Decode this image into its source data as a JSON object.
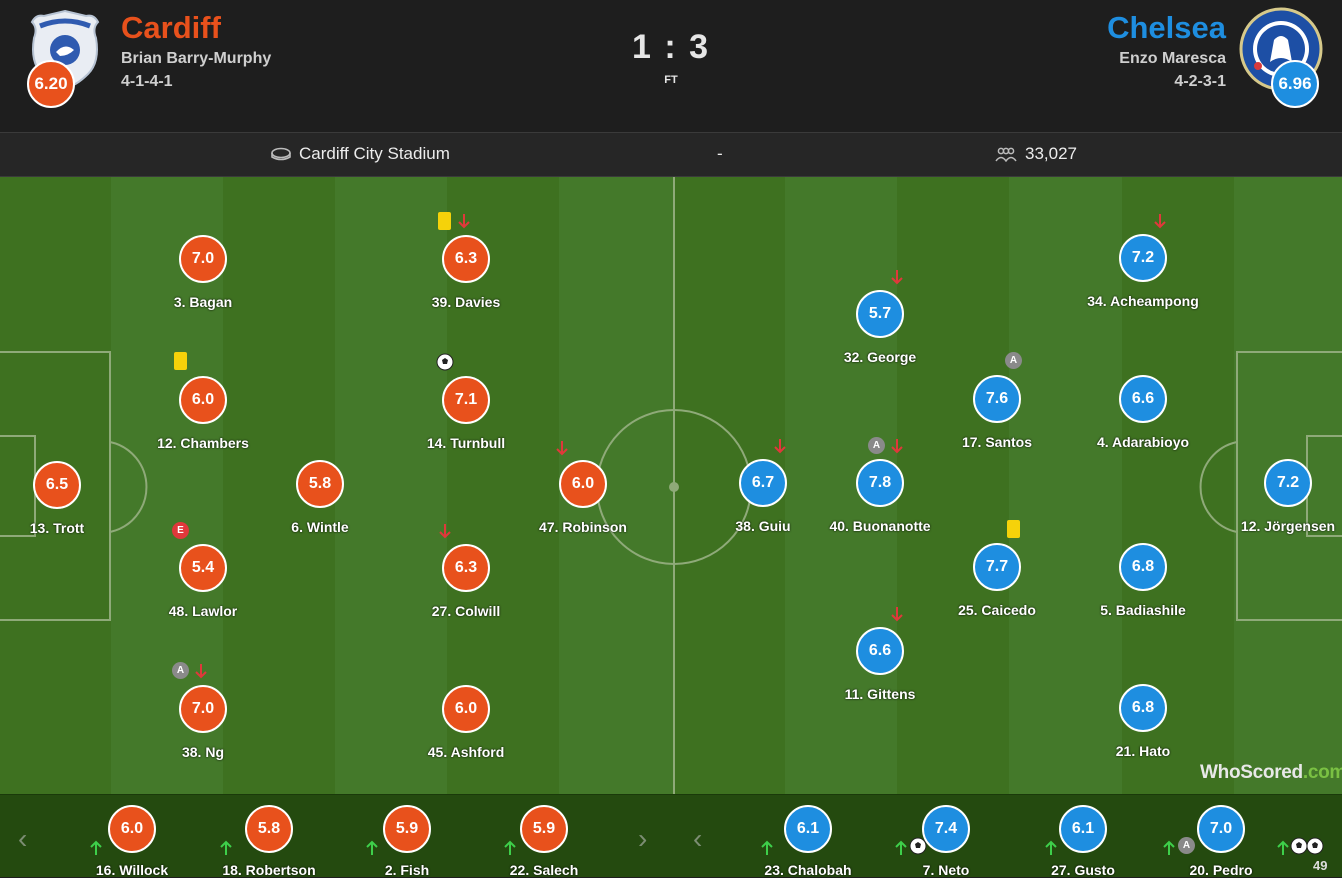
{
  "home": {
    "name": "Cardiff",
    "manager": "Brian Barry-Murphy",
    "formation": "4-1-4-1",
    "rating": "6.20",
    "color": "#e8511c"
  },
  "away": {
    "name": "Chelsea",
    "manager": "Enzo Maresca",
    "formation": "4-2-3-1",
    "rating": "6.96",
    "color": "#1e8ee0"
  },
  "score": "1 : 3",
  "status": "FT",
  "venue": "Cardiff City Stadium",
  "separator": "-",
  "attendance": "33,027",
  "home_players": [
    {
      "name": "13. Trott",
      "rating": "6.5"
    },
    {
      "name": "3. Bagan",
      "rating": "7.0"
    },
    {
      "name": "12. Chambers",
      "rating": "6.0"
    },
    {
      "name": "48. Lawlor",
      "rating": "5.4",
      "badges": [
        "E"
      ]
    },
    {
      "name": "38. Ng",
      "rating": "7.0",
      "badges": [
        "A",
        "sub-off"
      ]
    },
    {
      "name": "6. Wintle",
      "rating": "5.8"
    },
    {
      "name": "39. Davies",
      "rating": "6.3",
      "badges": [
        "yellow-card",
        "sub-off"
      ]
    },
    {
      "name": "14. Turnbull",
      "rating": "7.1",
      "badges": [
        "goal"
      ]
    },
    {
      "name": "27. Colwill",
      "rating": "6.3",
      "badges": [
        "sub-off"
      ]
    },
    {
      "name": "45. Ashford",
      "rating": "6.0"
    },
    {
      "name": "47. Robinson",
      "rating": "6.0",
      "badges": [
        "sub-off"
      ]
    }
  ],
  "away_players": [
    {
      "name": "38. Guiu",
      "rating": "6.7",
      "badges": [
        "sub-off"
      ]
    },
    {
      "name": "32. George",
      "rating": "5.7",
      "badges": [
        "sub-off"
      ]
    },
    {
      "name": "40. Buonanotte",
      "rating": "7.8",
      "badges": [
        "A",
        "sub-off"
      ]
    },
    {
      "name": "11. Gittens",
      "rating": "6.6",
      "badges": [
        "sub-off"
      ]
    },
    {
      "name": "17. Santos",
      "rating": "7.6",
      "badges": [
        "A"
      ]
    },
    {
      "name": "25. Caicedo",
      "rating": "7.7",
      "badges": [
        "yellow-card"
      ]
    },
    {
      "name": "34. Acheampong",
      "rating": "7.2",
      "badges": [
        "sub-off"
      ]
    },
    {
      "name": "4. Adarabioyo",
      "rating": "6.6"
    },
    {
      "name": "5. Badiashile",
      "rating": "6.8"
    },
    {
      "name": "21. Hato",
      "rating": "6.8"
    },
    {
      "name": "12. Jörgensen",
      "rating": "7.2"
    }
  ],
  "home_bench": [
    {
      "name": "16. Willock",
      "rating": "6.0"
    },
    {
      "name": "18. Robertson",
      "rating": "5.8"
    },
    {
      "name": "2. Fish",
      "rating": "5.9"
    },
    {
      "name": "22. Salech",
      "rating": "5.9"
    }
  ],
  "away_bench": [
    {
      "name": "23. Chalobah",
      "rating": "6.1"
    },
    {
      "name": "7. Neto",
      "rating": "7.4",
      "badges": [
        "goal"
      ]
    },
    {
      "name": "27. Gusto",
      "rating": "6.1"
    },
    {
      "name": "20. Pedro",
      "rating": "7.0",
      "badges": [
        "A"
      ]
    }
  ],
  "bench_edge": {
    "goals": "goal goal",
    "number": "49"
  },
  "logo": {
    "left": "WhoScored",
    "right": ".com"
  },
  "icons": {
    "prev": "chevron-left-icon",
    "next": "chevron-right-icon",
    "stadium": "stadium-icon",
    "crowd": "people-icon",
    "sub_in": "green-up-arrow-icon",
    "sub_off": "red-down-arrow-icon"
  }
}
